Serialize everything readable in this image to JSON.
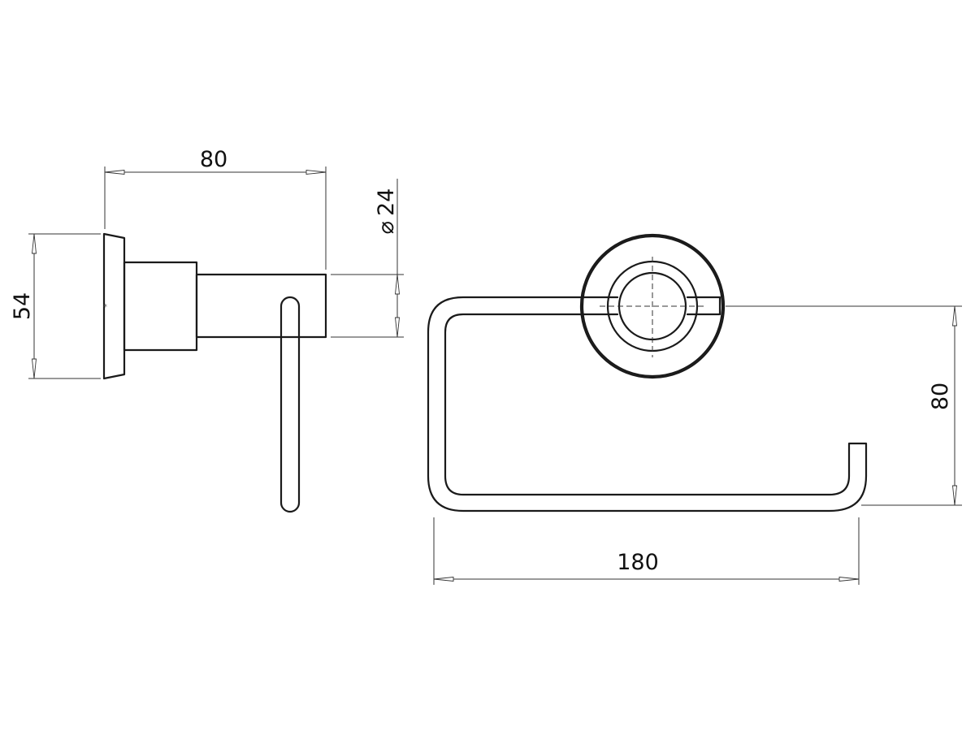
{
  "dimensions": {
    "side_depth": "80",
    "side_height": "54",
    "diameter_symbol": "⌀",
    "diameter_value": "24",
    "front_height": "80",
    "front_width": "180"
  },
  "colors": {
    "line": "#1a1a1a",
    "background": "#ffffff"
  }
}
